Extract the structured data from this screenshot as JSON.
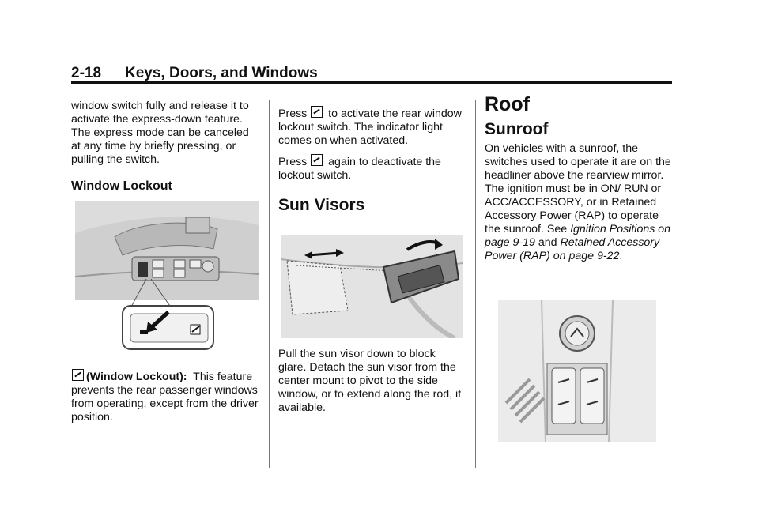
{
  "header": {
    "page_number": "2-18",
    "section": "Keys, Doors, and Windows"
  },
  "col1": {
    "intro": "window switch fully and release it to activate the express-down feature. The express mode can be canceled at any time by briefly pressing, or pulling the switch.",
    "heading_lockout": "Window Lockout",
    "lockout_label": "(Window Lockout):",
    "lockout_text": "This feature prevents the rear passenger windows from operating, except from the driver position."
  },
  "col2": {
    "press1_a": "Press",
    "press1_b": "to activate the rear window lockout switch. The indicator light comes on when activated.",
    "press2_a": "Press",
    "press2_b": "again to deactivate the lockout switch.",
    "heading_visors": "Sun Visors",
    "visor_text": "Pull the sun visor down to block glare. Detach the sun visor from the center mount to pivot to the side window, or to extend along the rod, if available."
  },
  "col3": {
    "heading_roof": "Roof",
    "heading_sunroof": "Sunroof",
    "sunroof_text_1": "On vehicles with a sunroof, the switches used to operate it are on the headliner above the rearview mirror. The ignition must be in ON/ RUN or ACC/ACCESSORY, or in Retained Accessory Power (RAP) to operate the sunroof. See",
    "ref1": "Ignition Positions on page 9-19",
    "and": "and",
    "ref2": "Retained Accessory Power (RAP) on page 9-22",
    "period": "."
  },
  "icons": [
    "window-lockout-icon"
  ]
}
